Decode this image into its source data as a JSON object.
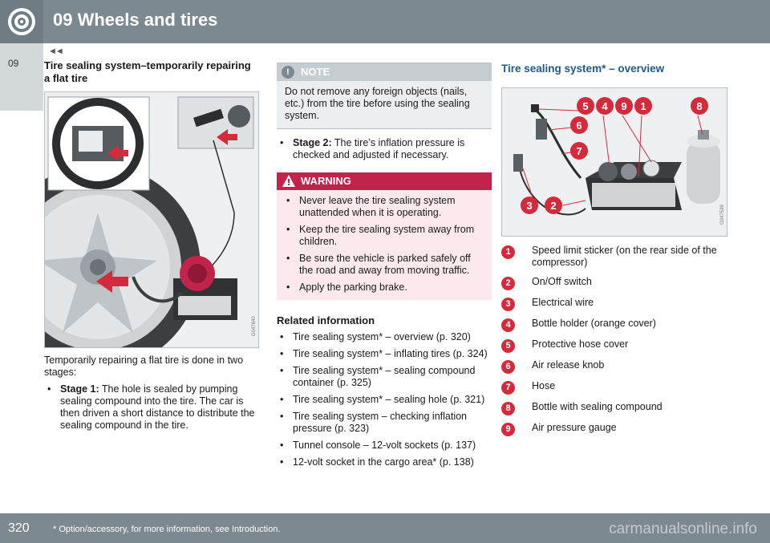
{
  "header": {
    "title": "09 Wheels and tires",
    "back_arrows": "◄◄"
  },
  "side": {
    "chapter": "09"
  },
  "col1": {
    "title": "Tire sealing system–temporarily repairing a flat tire",
    "figure_code": "G047640",
    "intro": "Temporarily repairing a flat tire is done in two stages:",
    "stage1_label": "Stage 1:",
    "stage1_text": " The hole is sealed by pumping sealing compound into the tire. The car is then driven a short distance to distribute the sealing compound in the tire."
  },
  "col2": {
    "note_label": "NOTE",
    "note_text": "Do not remove any foreign objects (nails, etc.) from the tire before using the sealing system.",
    "stage2_label": "Stage 2:",
    "stage2_text": " The tire’s inflation pressure is checked and adjusted if necessary.",
    "warning_label": "WARNING",
    "warnings": [
      "Never leave the tire sealing system unattended when it is operating.",
      "Keep the tire sealing system away from children.",
      "Be sure the vehicle is parked safely off the road and away from moving traffic.",
      "Apply the parking brake."
    ],
    "related_title": "Related information",
    "related": [
      "Tire sealing system* – overview (p. 320)",
      "Tire sealing system* – inflating tires (p. 324)",
      "Tire sealing system* – sealing compound container (p. 325)",
      "Tire sealing system* – sealing hole (p. 321)",
      "Tire sealing system – checking inflation pressure (p. 323)",
      "Tunnel console – 12-volt sockets (p. 137)",
      "12-volt socket in the cargo area* (p. 138)"
    ]
  },
  "col3": {
    "title": "Tire sealing system* – overview",
    "figure_code": "G047539",
    "callouts": [
      {
        "num": "1",
        "text": "Speed limit sticker (on the rear side of the compressor)"
      },
      {
        "num": "2",
        "text": "On/Off switch"
      },
      {
        "num": "3",
        "text": "Electrical wire"
      },
      {
        "num": "4",
        "text": "Bottle holder (orange cover)"
      },
      {
        "num": "5",
        "text": "Protective hose cover"
      },
      {
        "num": "6",
        "text": "Air release knob"
      },
      {
        "num": "7",
        "text": "Hose"
      },
      {
        "num": "8",
        "text": "Bottle with sealing compound"
      },
      {
        "num": "9",
        "text": "Air pressure gauge"
      }
    ],
    "figure_labels": [
      "5",
      "4",
      "9",
      "1",
      "8",
      "6",
      "7",
      "3",
      "2"
    ]
  },
  "footer": {
    "page": "320",
    "note": "* Option/accessory, for more information, see Introduction.",
    "watermark": "carmanualsonline.info"
  },
  "colors": {
    "header": "#7c8990",
    "warning": "#c2234a",
    "badge": "#d32b3c",
    "title_blue": "#1e5a8c"
  }
}
